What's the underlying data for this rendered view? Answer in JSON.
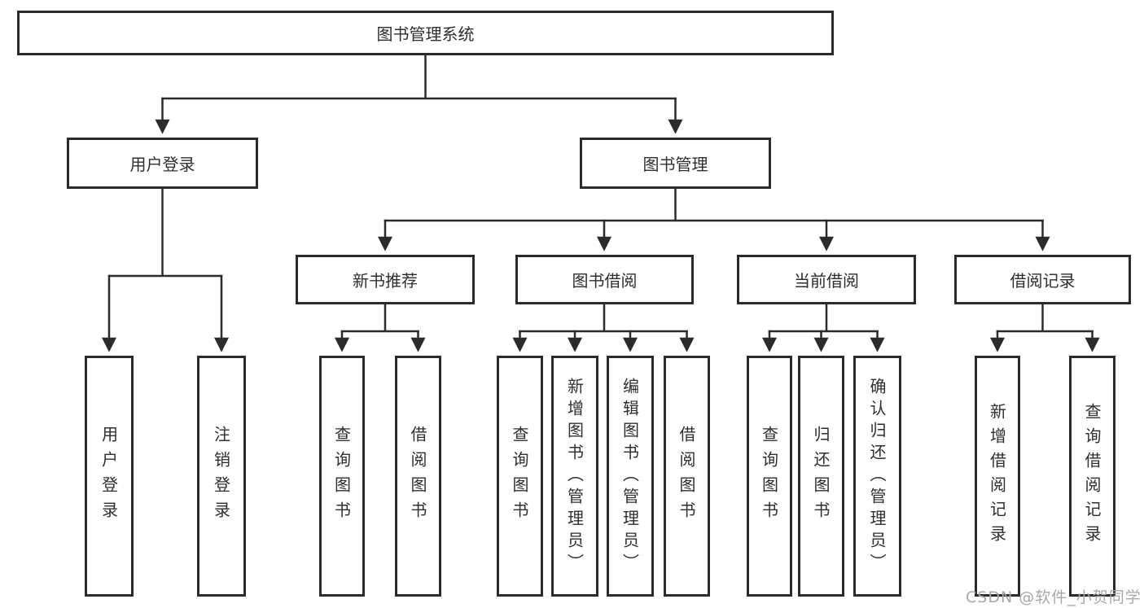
{
  "tree": {
    "root": "图书管理系统",
    "children": [
      {
        "label": "用户登录",
        "children": [
          {
            "label": "用户登录"
          },
          {
            "label": "注销登录"
          }
        ]
      },
      {
        "label": "图书管理",
        "children": [
          {
            "label": "新书推荐",
            "children": [
              {
                "label": "查询图书"
              },
              {
                "label": "借阅图书"
              }
            ]
          },
          {
            "label": "图书借阅",
            "children": [
              {
                "label": "查询图书"
              },
              {
                "label": "新增图书（管理员）"
              },
              {
                "label": "编辑图书（管理员）"
              },
              {
                "label": "借阅图书"
              }
            ]
          },
          {
            "label": "当前借阅",
            "children": [
              {
                "label": "查询图书"
              },
              {
                "label": "归还图书"
              },
              {
                "label": "确认归还（管理员）"
              }
            ]
          },
          {
            "label": "借阅记录",
            "children": [
              {
                "label": "新增借阅记录"
              },
              {
                "label": "查询借阅记录"
              }
            ]
          }
        ]
      }
    ]
  },
  "watermark": {
    "text": "CSDN @软件_小贺同学"
  },
  "colors": {
    "line": "#2b2b2b",
    "text": "#2e2e2e",
    "watermark": "#a8a8a8",
    "background": "#ffffff"
  }
}
